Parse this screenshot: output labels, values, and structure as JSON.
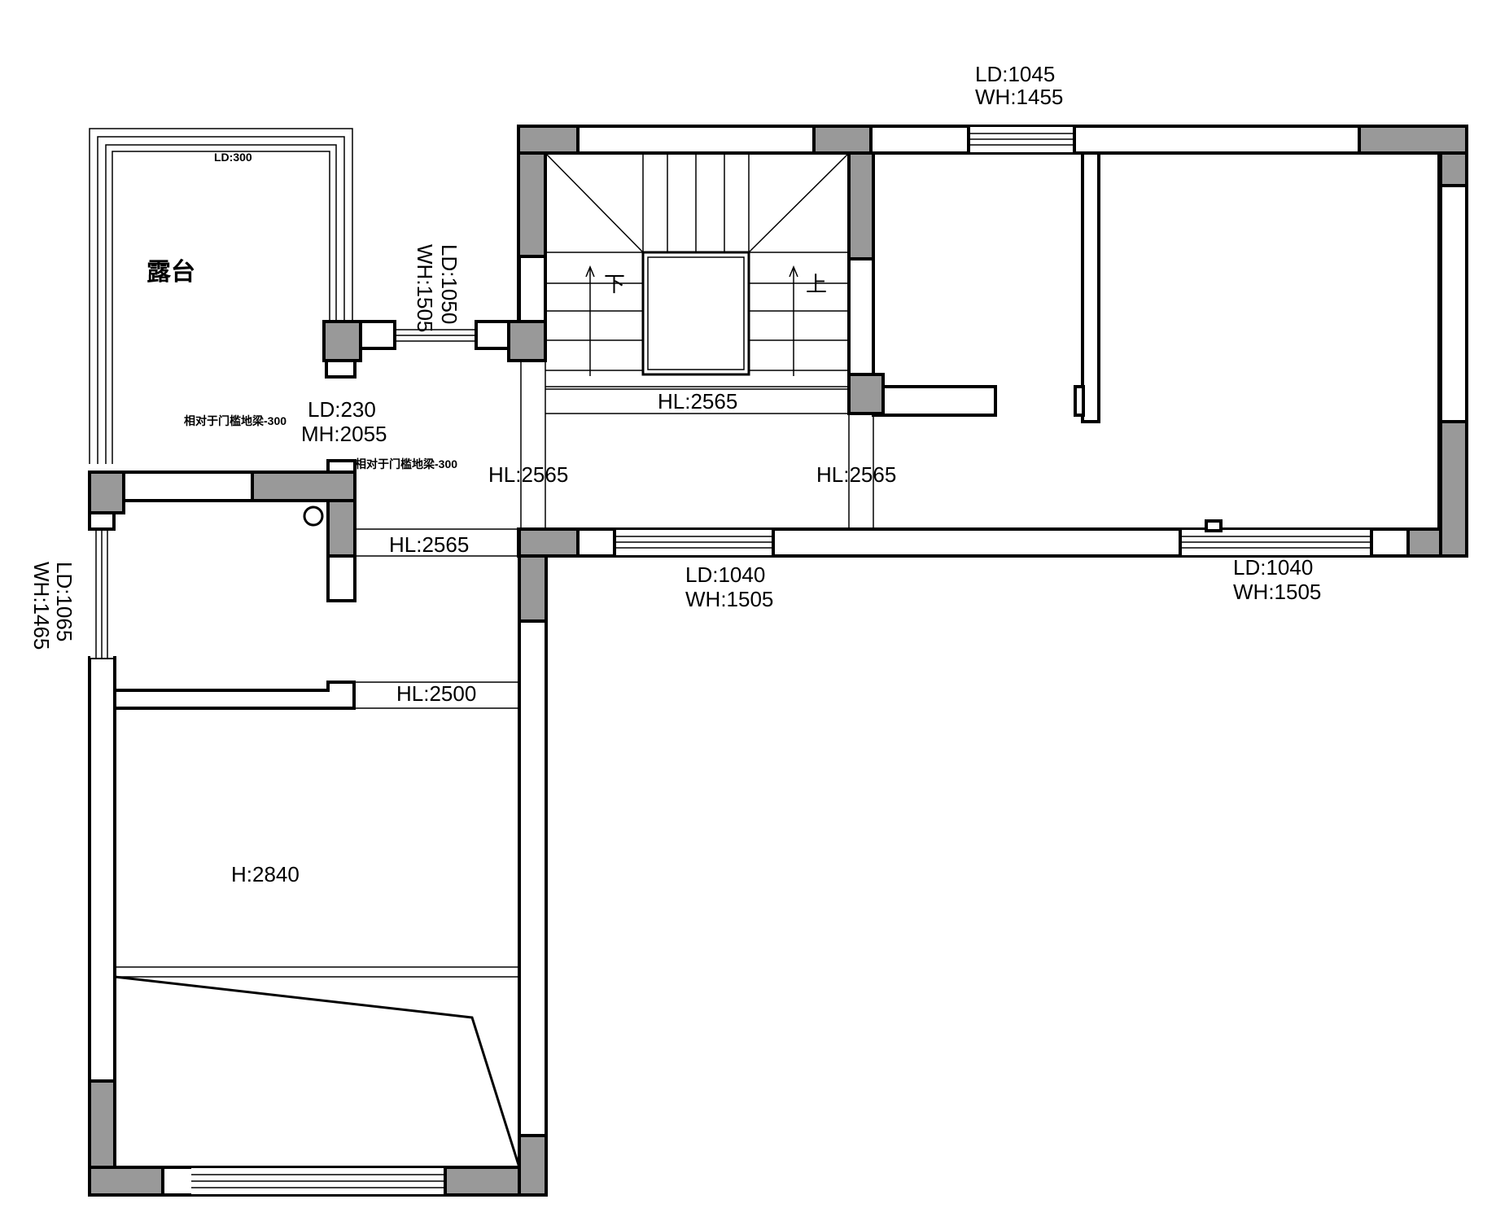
{
  "plan": {
    "rooms": {
      "balcony": "露台",
      "balcony_top_note": "LD:300",
      "balcony_floor_note": "相对于门槛地梁-300",
      "door_floor_note": "相对于门槛地梁-300",
      "lower_room_height": "H:2840"
    },
    "stairs": {
      "down": "下",
      "up": "上"
    },
    "windows": {
      "top": {
        "ld": "LD:1045",
        "wh": "WH:1455"
      },
      "balcony_link": {
        "ld": "LD:1050",
        "wh": "WH:1505"
      },
      "left": {
        "ld": "LD:1065",
        "wh": "WH:1465"
      },
      "bottom_mid": {
        "ld": "LD:1040",
        "wh": "WH:1505"
      },
      "bottom_right": {
        "ld": "LD:1040",
        "wh": "WH:1505"
      }
    },
    "door": {
      "ld": "LD:230",
      "mh": "MH:2055"
    },
    "beams": {
      "stair_beam": "HL:2565",
      "left_vertical_beam": "HL:2565",
      "right_vertical_beam": "HL:2565",
      "mid_beam": "HL:2565",
      "lower_beam": "HL:2500"
    }
  }
}
